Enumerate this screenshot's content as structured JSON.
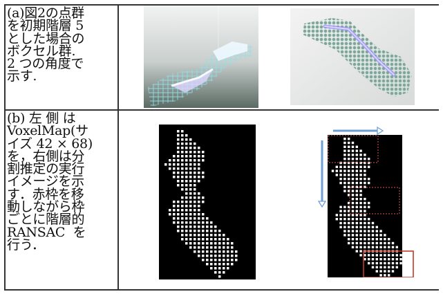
{
  "table": {
    "rows": [
      {
        "caption": "(a)図2の点群\nを初期階層 5\nとした場合の\nボクセル群.\n2 つの角度で\n示す.",
        "images": [
          "voxel-render-view-1",
          "voxel-render-view-2"
        ]
      },
      {
        "caption": "(b) 左 側 は\nVoxelMap(サ\nイズ 42 × 68)\nを，右側は分\n割推定の実行\nイメージを示\nす．赤枠を移\n動しながら枠\nごとに階層的\nRANSAC  を\n行う．",
        "images": [
          "voxel-map-grid",
          "split-estimation-grid"
        ]
      }
    ]
  },
  "colors": {
    "arrow": "#6d9fd6",
    "red_frame": "#c0392b",
    "red_dotted": "#d9534f",
    "voxel_dot": "#ffffff",
    "map_bg": "#000000"
  }
}
